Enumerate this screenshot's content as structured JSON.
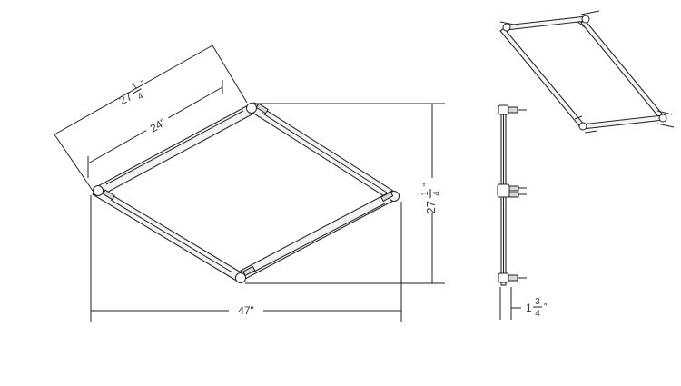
{
  "drawing": {
    "dim_outer": {
      "whole": "27",
      "num": "1",
      "den": "4",
      "unit": "\""
    },
    "dim_inner": {
      "label": "24\""
    },
    "dim_height": {
      "whole": "27",
      "num": "1",
      "den": "4",
      "unit": "\""
    },
    "dim_width": {
      "label": "47\""
    },
    "dim_depth": {
      "whole": "1",
      "num": "3",
      "den": "4",
      "unit": "\""
    }
  }
}
